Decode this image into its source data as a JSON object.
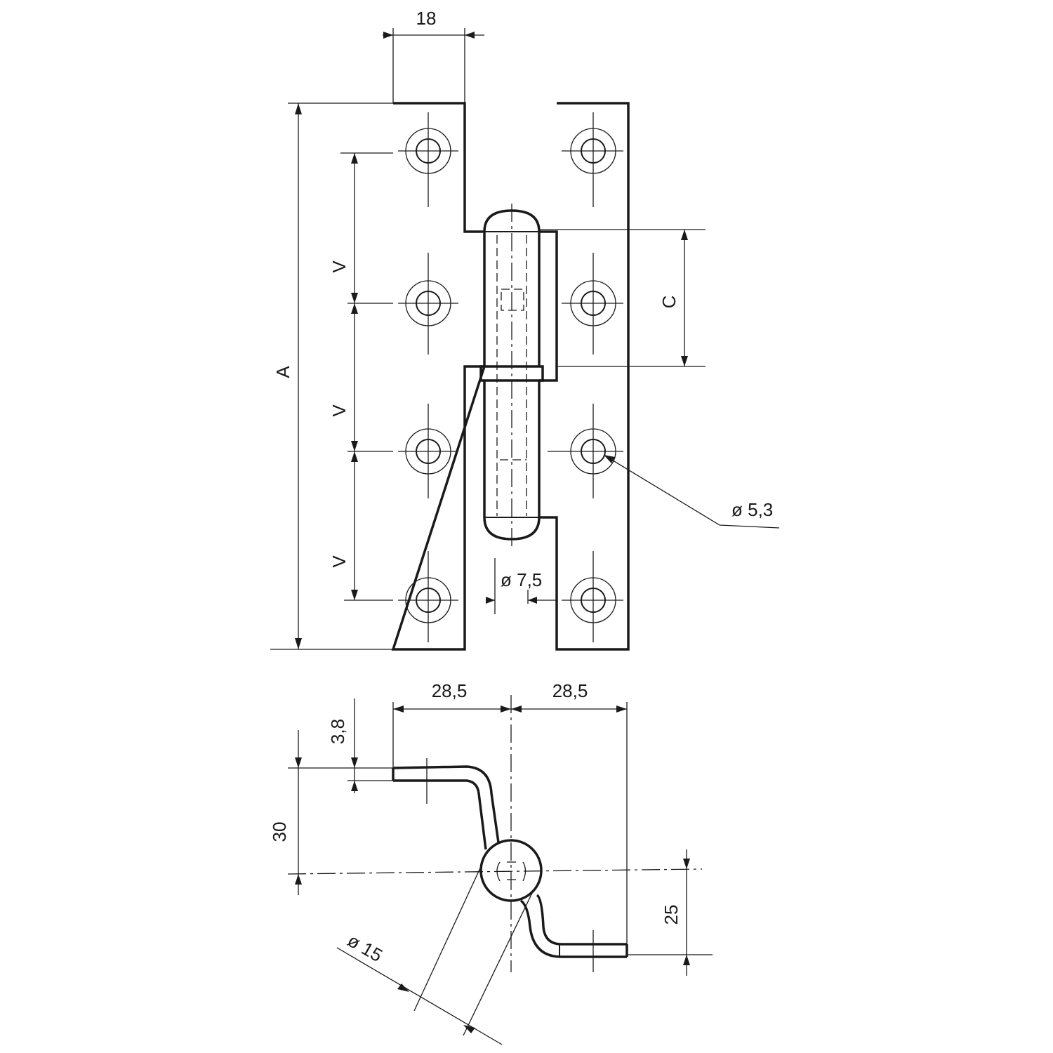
{
  "dimensions": {
    "leaf_width": "18",
    "overall_length": "A",
    "hole_spacing_1": "V",
    "hole_spacing_2": "V",
    "hole_spacing_3": "V",
    "knuckle_length": "C",
    "screw_hole_diameter": "ø 5,3",
    "pin_diameter": "ø 7,5",
    "half_width_left": "28,5",
    "half_width_right": "28,5",
    "thickness": "3,8",
    "offset_top": "30",
    "offset_bottom": "25",
    "knuckle_diameter": "ø  15"
  }
}
